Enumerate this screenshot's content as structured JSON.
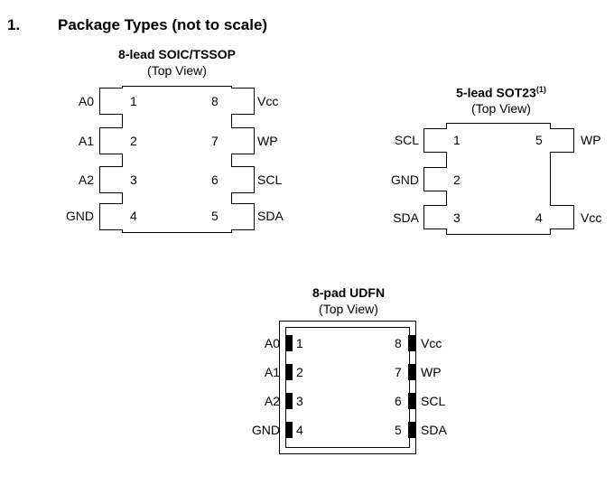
{
  "section": {
    "number": "1.",
    "title": "Package Types (not to scale)"
  },
  "soic": {
    "title": "8-lead SOIC/TSSOP",
    "view": "(Top View)",
    "left_pins": [
      {
        "num": "1",
        "signal": "A0"
      },
      {
        "num": "2",
        "signal": "A1"
      },
      {
        "num": "3",
        "signal": "A2"
      },
      {
        "num": "4",
        "signal": "GND"
      }
    ],
    "right_pins": [
      {
        "num": "8",
        "signal": "Vcc"
      },
      {
        "num": "7",
        "signal": "WP"
      },
      {
        "num": "6",
        "signal": "SCL"
      },
      {
        "num": "5",
        "signal": "SDA"
      }
    ]
  },
  "sot23": {
    "title": "5-lead SOT23",
    "note": "(1)",
    "view": "(Top View)",
    "left_pins": [
      {
        "num": "1",
        "signal": "SCL"
      },
      {
        "num": "2",
        "signal": "GND"
      },
      {
        "num": "3",
        "signal": "SDA"
      }
    ],
    "right_pins": [
      {
        "num": "5",
        "signal": "WP"
      },
      {
        "num": "4",
        "signal": "Vcc"
      }
    ]
  },
  "udfn": {
    "title": "8-pad UDFN",
    "view": "(Top View)",
    "left_pins": [
      {
        "num": "1",
        "signal": "A0"
      },
      {
        "num": "2",
        "signal": "A1"
      },
      {
        "num": "3",
        "signal": "A2"
      },
      {
        "num": "4",
        "signal": "GND"
      }
    ],
    "right_pins": [
      {
        "num": "8",
        "signal": "Vcc"
      },
      {
        "num": "7",
        "signal": "WP"
      },
      {
        "num": "6",
        "signal": "SCL"
      },
      {
        "num": "5",
        "signal": "SDA"
      }
    ]
  }
}
